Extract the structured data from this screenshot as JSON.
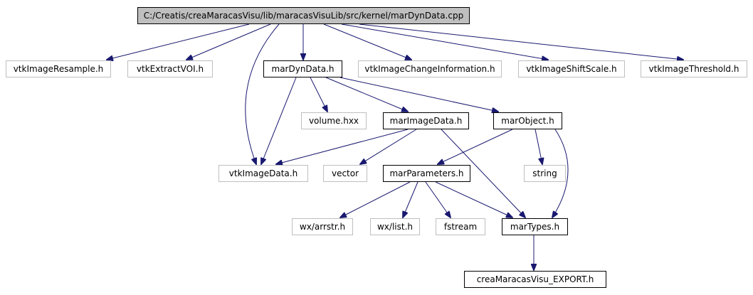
{
  "diagram": {
    "nodes": [
      {
        "id": "root",
        "label": "C:/Creatis/creaMaracasVisu/lib/maracasVisuLib/src/kernel/marDynData.cpp",
        "kind": "root"
      },
      {
        "id": "vtkImageResample",
        "label": "vtkImageResample.h",
        "kind": "external"
      },
      {
        "id": "vtkExtractVOI",
        "label": "vtkExtractVOI.h",
        "kind": "external"
      },
      {
        "id": "marDynData",
        "label": "marDynData.h",
        "kind": "documented"
      },
      {
        "id": "vtkImageChangeInformation",
        "label": "vtkImageChangeInformation.h",
        "kind": "external"
      },
      {
        "id": "vtkImageShiftScale",
        "label": "vtkImageShiftScale.h",
        "kind": "external"
      },
      {
        "id": "vtkImageThreshold",
        "label": "vtkImageThreshold.h",
        "kind": "external"
      },
      {
        "id": "volume",
        "label": "volume.hxx",
        "kind": "external"
      },
      {
        "id": "marImageData",
        "label": "marImageData.h",
        "kind": "documented"
      },
      {
        "id": "marObject",
        "label": "marObject.h",
        "kind": "documented"
      },
      {
        "id": "vtkImageData",
        "label": "vtkImageData.h",
        "kind": "external"
      },
      {
        "id": "vector",
        "label": "vector",
        "kind": "external"
      },
      {
        "id": "marParameters",
        "label": "marParameters.h",
        "kind": "documented"
      },
      {
        "id": "string",
        "label": "string",
        "kind": "external"
      },
      {
        "id": "wxarrstr",
        "label": "wx/arrstr.h",
        "kind": "external"
      },
      {
        "id": "wxlist",
        "label": "wx/list.h",
        "kind": "external"
      },
      {
        "id": "fstream",
        "label": "fstream",
        "kind": "external"
      },
      {
        "id": "marTypes",
        "label": "marTypes.h",
        "kind": "documented"
      },
      {
        "id": "export",
        "label": "creaMaracasVisu_EXPORT.h",
        "kind": "documented"
      }
    ],
    "edges": [
      {
        "from": "root",
        "to": "vtkImageResample"
      },
      {
        "from": "root",
        "to": "vtkExtractVOI"
      },
      {
        "from": "root",
        "to": "marDynData"
      },
      {
        "from": "root",
        "to": "vtkImageChangeInformation"
      },
      {
        "from": "root",
        "to": "vtkImageShiftScale"
      },
      {
        "from": "root",
        "to": "vtkImageThreshold"
      },
      {
        "from": "root",
        "to": "vtkImageData"
      },
      {
        "from": "marDynData",
        "to": "vtkImageData"
      },
      {
        "from": "marDynData",
        "to": "volume"
      },
      {
        "from": "marDynData",
        "to": "marImageData"
      },
      {
        "from": "marDynData",
        "to": "marObject"
      },
      {
        "from": "marImageData",
        "to": "vtkImageData"
      },
      {
        "from": "marImageData",
        "to": "vector"
      },
      {
        "from": "marImageData",
        "to": "marTypes"
      },
      {
        "from": "marObject",
        "to": "marParameters"
      },
      {
        "from": "marObject",
        "to": "string"
      },
      {
        "from": "marObject",
        "to": "marTypes"
      },
      {
        "from": "marParameters",
        "to": "wxarrstr"
      },
      {
        "from": "marParameters",
        "to": "wxlist"
      },
      {
        "from": "marParameters",
        "to": "fstream"
      },
      {
        "from": "marParameters",
        "to": "marTypes"
      },
      {
        "from": "marTypes",
        "to": "export"
      }
    ]
  },
  "colors": {
    "edge": "#191970",
    "root_fill": "#bfbfbf",
    "documented_border": "#000000",
    "external_border": "#bfbfbf"
  }
}
